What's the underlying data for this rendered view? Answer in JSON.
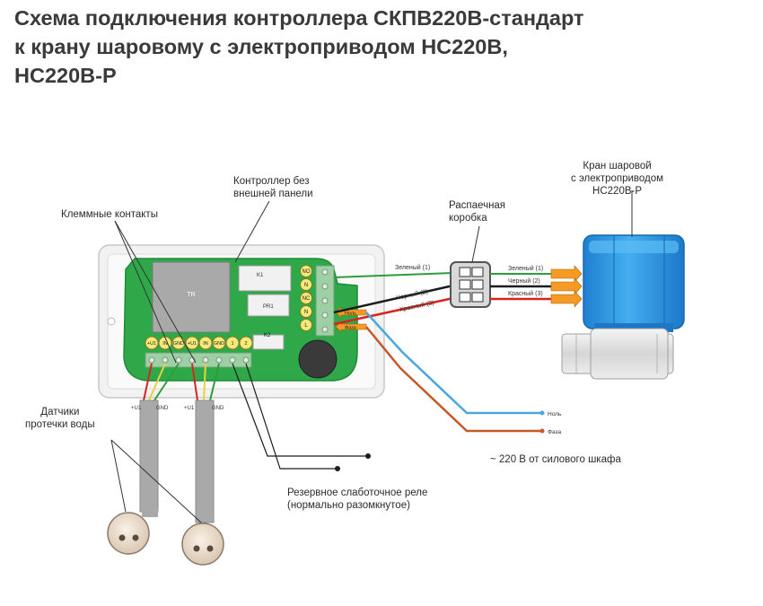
{
  "title": {
    "line1": "Схема подключения контроллера СКПВ220В-стандарт",
    "line2": "к крану шаровому с электроприводом НС220В,",
    "line3": "НС220В-Р"
  },
  "labels": {
    "valve": [
      "Кран шаровой",
      "с электроприводом",
      "НС220В-Р"
    ],
    "controller": [
      "Контроллер без",
      "внешней панели"
    ],
    "terminals": "Клеммные контакты",
    "junction": [
      "Распаечная",
      "коробка"
    ],
    "sensors": [
      "Датчики",
      "протечки воды"
    ],
    "relay": [
      "Резервное слаботочное реле",
      "(нормально разомкнутое)"
    ],
    "mains": "~ 220 В от силового шкафа"
  },
  "board": {
    "tr": "TR",
    "k1": "K1",
    "pr1": "PR1",
    "k2": "K2",
    "relay_pins": [
      "NO",
      "N",
      "NC",
      "N",
      "L"
    ],
    "inputs": [
      "+U1",
      "IN",
      "GND",
      "+U1",
      "IN",
      "GND",
      "1",
      "2"
    ],
    "arrow_null": "Ноль",
    "arrow_phase": "Фаза"
  },
  "wires": {
    "green_left": "Зеленый (1)",
    "black_left": "Черный (2)",
    "red_left": "Красный (3)",
    "green_right": "Зеленый (1)",
    "black_right": "Черный (2)",
    "red_right": "Красный (3)",
    "null_end": "Ноль",
    "phase_end": "Фаза",
    "sensor_u1_a": "+U1",
    "sensor_gnd_a": "GND",
    "sensor_u1_b": "+U1",
    "sensor_gnd_b": "GND"
  },
  "colors": {
    "board": "#2fa84a",
    "valve": "#2d96df",
    "wire_green": "#2e9d3a",
    "wire_red": "#d8241f",
    "wire_blue": "#4aa7dc",
    "wire_brown": "#c45a2a",
    "arrow_orange": "#f59a23"
  }
}
